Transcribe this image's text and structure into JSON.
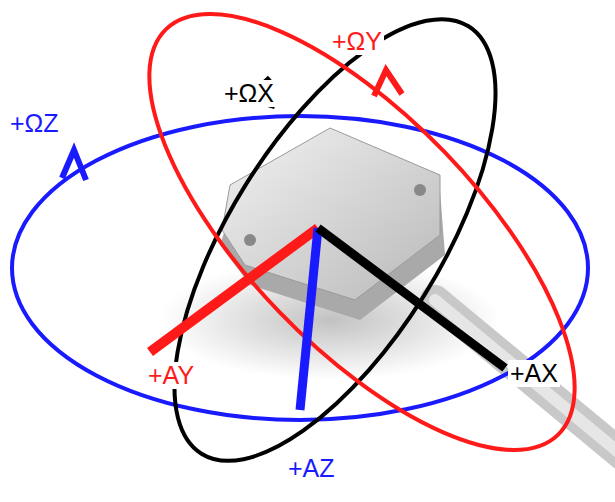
{
  "diagram": {
    "labels": [
      "+ΩZ",
      "+ΩX",
      "+ΩY",
      "+AY",
      "+AZ",
      "+AX"
    ]
  }
}
